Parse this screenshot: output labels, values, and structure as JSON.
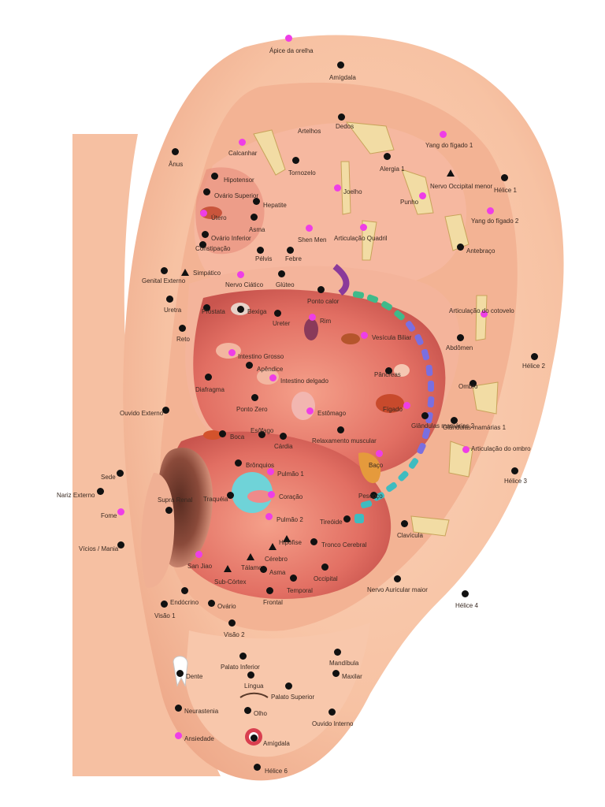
{
  "diagram": {
    "marker_colors": {
      "black": "#111111",
      "magenta": "#ee3ee6"
    },
    "points": [
      {
        "id": "apice",
        "label": "Ápice da orelha",
        "marker": "magenta"
      },
      {
        "id": "amigdala-top",
        "label": "Amígdala",
        "marker": "black"
      },
      {
        "id": "artelhos",
        "label": "Artelhos",
        "marker": "none"
      },
      {
        "id": "dedos",
        "label": "Dedos",
        "marker": "black"
      },
      {
        "id": "yang1",
        "label": "Yang do fígado 1",
        "marker": "magenta"
      },
      {
        "id": "anus",
        "label": "Ânus",
        "marker": "black"
      },
      {
        "id": "calcanhar",
        "label": "Calcanhar",
        "marker": "magenta"
      },
      {
        "id": "tornozelo",
        "label": "Tornozelo",
        "marker": "black"
      },
      {
        "id": "alergia1",
        "label": "Alergia 1",
        "marker": "black"
      },
      {
        "id": "nervo-occipital",
        "label": "Nervo Occipital menor",
        "marker": "triangle"
      },
      {
        "id": "helice1",
        "label": "Hélice 1",
        "marker": "black"
      },
      {
        "id": "hipotensor",
        "label": "Hipotensor",
        "marker": "black"
      },
      {
        "id": "ovario-sup",
        "label": "Ovário Superior",
        "marker": "black"
      },
      {
        "id": "joelho",
        "label": "Joelho",
        "marker": "magenta"
      },
      {
        "id": "punho",
        "label": "Punho",
        "marker": "magenta"
      },
      {
        "id": "hepatite",
        "label": "Hepatite",
        "marker": "black"
      },
      {
        "id": "utero",
        "label": "Útero",
        "marker": "magenta"
      },
      {
        "id": "yang2",
        "label": "Yang do fígado 2",
        "marker": "magenta"
      },
      {
        "id": "asma",
        "label": "Asma",
        "marker": "black"
      },
      {
        "id": "shen-men",
        "label": "Shen Men",
        "marker": "magenta"
      },
      {
        "id": "ovario-inf",
        "label": "Ovário Inferior",
        "marker": "black"
      },
      {
        "id": "articulacao-quadril",
        "label": "Articulação Quadril",
        "marker": "magenta"
      },
      {
        "id": "constipacao",
        "label": "Constipação",
        "marker": "black"
      },
      {
        "id": "antebraco",
        "label": "Antebraço",
        "marker": "black"
      },
      {
        "id": "pelvis",
        "label": "Pélvis",
        "marker": "black"
      },
      {
        "id": "febre",
        "label": "Febre",
        "marker": "black"
      },
      {
        "id": "genital-ext",
        "label": "Genital Externo",
        "marker": "black"
      },
      {
        "id": "simpatico",
        "label": "Simpático",
        "marker": "triangle"
      },
      {
        "id": "nervo-ciatico",
        "label": "Nervo Ciático",
        "marker": "magenta"
      },
      {
        "id": "gluteo",
        "label": "Glúteo",
        "marker": "black"
      },
      {
        "id": "ponto-calor",
        "label": "Ponto calor",
        "marker": "black"
      },
      {
        "id": "uretra",
        "label": "Uretra",
        "marker": "black"
      },
      {
        "id": "prostata",
        "label": "Próstata",
        "marker": "black"
      },
      {
        "id": "bexiga",
        "label": "Bexiga",
        "marker": "black"
      },
      {
        "id": "ureter",
        "label": "Ureter",
        "marker": "black"
      },
      {
        "id": "rim",
        "label": "Rim",
        "marker": "magenta"
      },
      {
        "id": "articulacao-cotovelo",
        "label": "Articulação do cotovelo",
        "marker": "magenta"
      },
      {
        "id": "reto",
        "label": "Reto",
        "marker": "black"
      },
      {
        "id": "vesicula",
        "label": "Vesícula Biliar",
        "marker": "magenta"
      },
      {
        "id": "abdomen",
        "label": "Abdômen",
        "marker": "black"
      },
      {
        "id": "intestino-grosso",
        "label": "Intestino Grosso",
        "marker": "magenta"
      },
      {
        "id": "apendice",
        "label": "Apêndice",
        "marker": "black"
      },
      {
        "id": "helice2",
        "label": "Hélice 2",
        "marker": "black"
      },
      {
        "id": "pancreas",
        "label": "Pâncreas",
        "marker": "black"
      },
      {
        "id": "diafragma",
        "label": "Diafragma",
        "marker": "black"
      },
      {
        "id": "intestino-delgado",
        "label": "Intestino delgado",
        "marker": "magenta"
      },
      {
        "id": "ombro",
        "label": "Ombro",
        "marker": "black"
      },
      {
        "id": "ponto-zero",
        "label": "Ponto Zero",
        "marker": "black"
      },
      {
        "id": "ouvido-ext",
        "label": "Ouvido Externo",
        "marker": "black"
      },
      {
        "id": "figado",
        "label": "Fígado",
        "marker": "magenta"
      },
      {
        "id": "estomago",
        "label": "Estômago",
        "marker": "magenta"
      },
      {
        "id": "glandulas2",
        "label": "Glândulas mamárias 2",
        "marker": "black"
      },
      {
        "id": "glandulas1",
        "label": "Glândulas mamárias 1",
        "marker": "black"
      },
      {
        "id": "boca",
        "label": "Boca",
        "marker": "black"
      },
      {
        "id": "esofago",
        "label": "Esôfago",
        "marker": "black"
      },
      {
        "id": "relaxamento",
        "label": "Relaxamento muscular",
        "marker": "black"
      },
      {
        "id": "articulacao-ombro",
        "label": "Articulação do ombro",
        "marker": "magenta"
      },
      {
        "id": "cardia",
        "label": "Cárdia",
        "marker": "black"
      },
      {
        "id": "baco",
        "label": "Baço",
        "marker": "magenta"
      },
      {
        "id": "helice3",
        "label": "Hélice 3",
        "marker": "black"
      },
      {
        "id": "sede",
        "label": "Sede",
        "marker": "black"
      },
      {
        "id": "bronquios",
        "label": "Brônquios",
        "marker": "black"
      },
      {
        "id": "pulmao1",
        "label": "Pulmão 1",
        "marker": "magenta"
      },
      {
        "id": "nariz-ext",
        "label": "Nariz Externo",
        "marker": "black"
      },
      {
        "id": "supra-renal",
        "label": "Supra Renal",
        "marker": "black"
      },
      {
        "id": "traqueia",
        "label": "Traquéia",
        "marker": "black"
      },
      {
        "id": "coracao",
        "label": "Coração",
        "marker": "magenta"
      },
      {
        "id": "pescoco",
        "label": "Pescoço",
        "marker": "black"
      },
      {
        "id": "fome",
        "label": "Fome",
        "marker": "magenta"
      },
      {
        "id": "pulmao2",
        "label": "Pulmão 2",
        "marker": "magenta"
      },
      {
        "id": "tireoide",
        "label": "Tireóide",
        "marker": "black"
      },
      {
        "id": "clavicula",
        "label": "Clavícula",
        "marker": "black"
      },
      {
        "id": "vicios",
        "label": "Vícios / Mania",
        "marker": "black"
      },
      {
        "id": "hipofise",
        "label": "Hipófise",
        "marker": "triangle"
      },
      {
        "id": "tronco",
        "label": "Tronco Cerebral",
        "marker": "black"
      },
      {
        "id": "cerebro",
        "label": "Cérebro",
        "marker": "triangle"
      },
      {
        "id": "sanjiao",
        "label": "San Jiao",
        "marker": "magenta"
      },
      {
        "id": "talamo",
        "label": "Tálamo",
        "marker": "triangle"
      },
      {
        "id": "asma2",
        "label": "Asma",
        "marker": "black"
      },
      {
        "id": "occipital",
        "label": "Occipital",
        "marker": "black"
      },
      {
        "id": "subcortex",
        "label": "Sub-Córtex",
        "marker": "triangle"
      },
      {
        "id": "nervo-auricular",
        "label": "Nervo Auricular maior",
        "marker": "black"
      },
      {
        "id": "temporal",
        "label": "Temporal",
        "marker": "black"
      },
      {
        "id": "endocrino",
        "label": "Endócrino",
        "marker": "black"
      },
      {
        "id": "frontal",
        "label": "Frontal",
        "marker": "black"
      },
      {
        "id": "helice4",
        "label": "Hélice 4",
        "marker": "black"
      },
      {
        "id": "visao1",
        "label": "Visão 1",
        "marker": "black"
      },
      {
        "id": "ovario",
        "label": "Ovário",
        "marker": "black"
      },
      {
        "id": "visao2",
        "label": "Visão 2",
        "marker": "black"
      },
      {
        "id": "mandibula",
        "label": "Mandíbula",
        "marker": "black"
      },
      {
        "id": "palato-inf",
        "label": "Palato Inferior",
        "marker": "black"
      },
      {
        "id": "dente",
        "label": "Dente",
        "marker": "black"
      },
      {
        "id": "maxilar",
        "label": "Maxilar",
        "marker": "black"
      },
      {
        "id": "lingua",
        "label": "Língua",
        "marker": "black"
      },
      {
        "id": "palato-sup",
        "label": "Palato Superior",
        "marker": "black"
      },
      {
        "id": "neurastenia",
        "label": "Neurastenia",
        "marker": "black"
      },
      {
        "id": "olho",
        "label": "Olho",
        "marker": "black"
      },
      {
        "id": "ouvido-int",
        "label": "Ouvido Interno",
        "marker": "black"
      },
      {
        "id": "ansiedade",
        "label": "Ansiedade",
        "marker": "magenta"
      },
      {
        "id": "amigdala-bottom",
        "label": "Amígdala",
        "marker": "black"
      },
      {
        "id": "helice6",
        "label": "Hélice 6",
        "marker": "black"
      }
    ]
  }
}
